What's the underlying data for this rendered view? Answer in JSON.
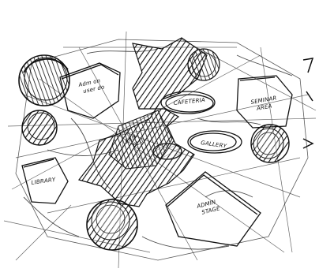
{
  "sketch": {
    "ink_color": "#111111",
    "paper_color": "#ffffff",
    "labels": {
      "admin_top": "Adm on\nuser do",
      "cafeteria": "CAFETERIA",
      "seminar": "SEMINAR\nAREA",
      "gallery": "GALLERY",
      "center": "EXH\nBLU",
      "library": "LIBRARY",
      "admin_stage": "ADMIN\nSTAGE"
    }
  }
}
